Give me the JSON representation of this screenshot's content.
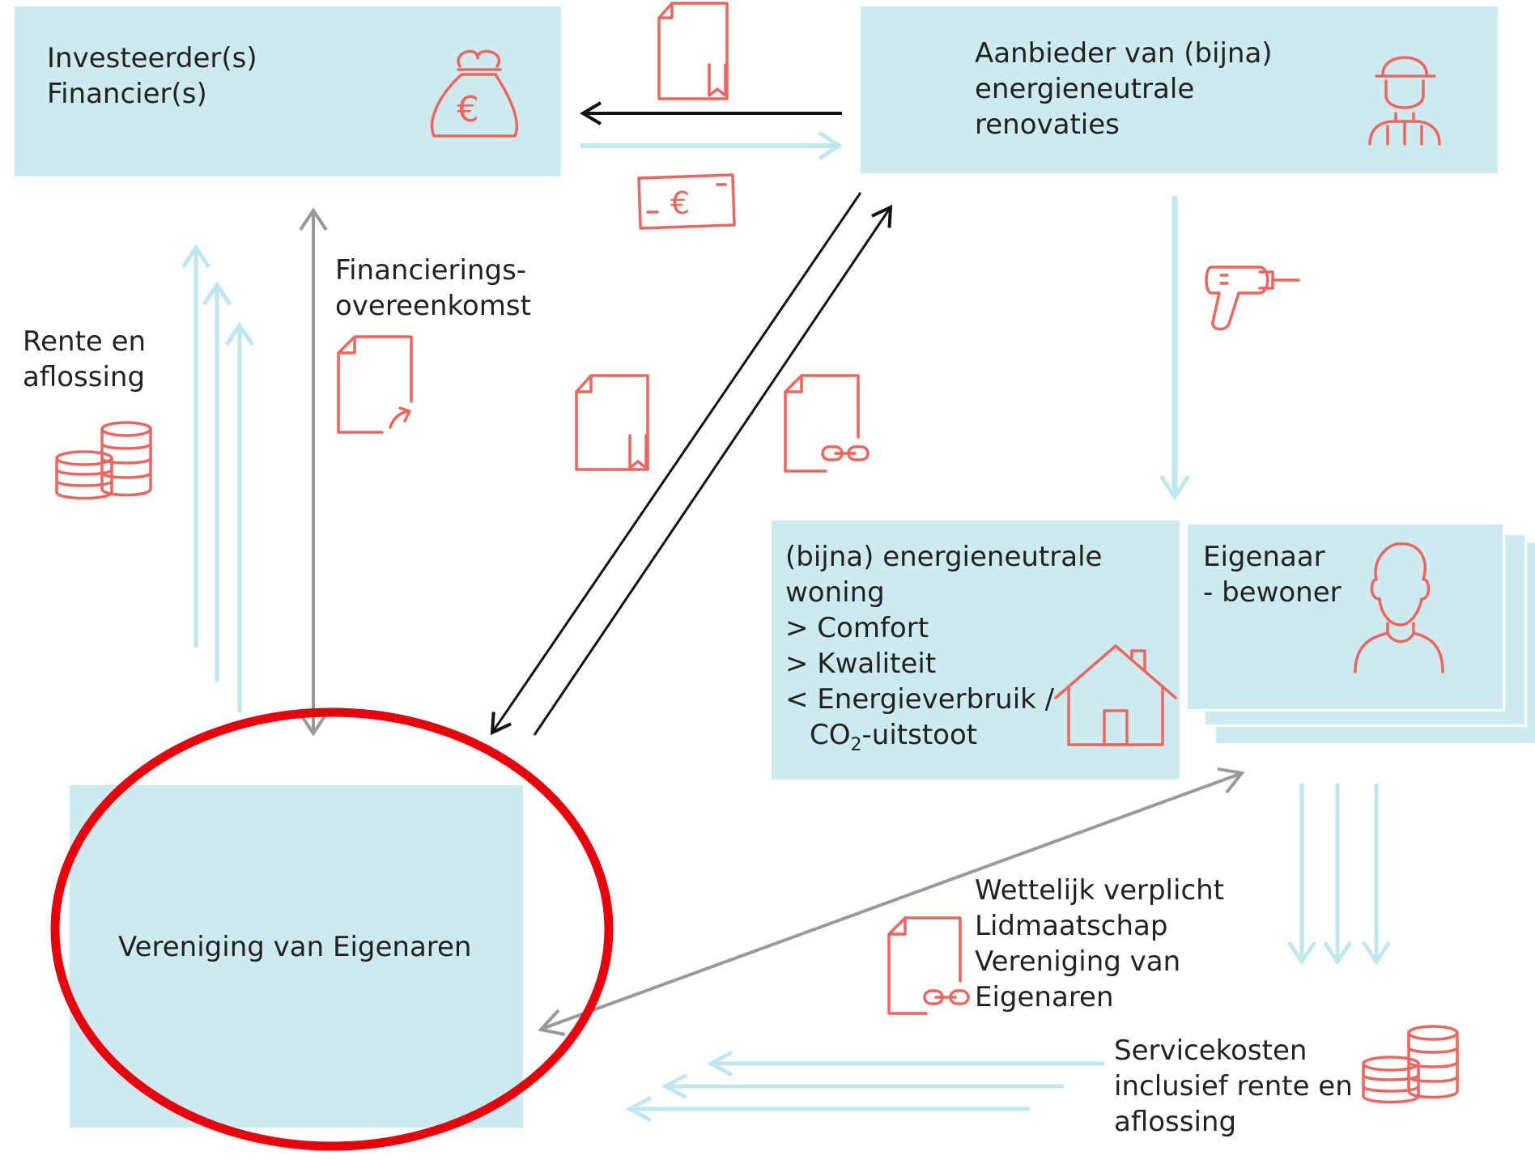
{
  "nodes": {
    "investors": {
      "line1": "Investeerder(s)",
      "line2": "Financier(s)",
      "icon": "money-bag-icon"
    },
    "provider": {
      "line1": "Aanbieder van (bijna)",
      "line2": "energieneutrale",
      "line3": "renovaties",
      "icon": "worker-icon"
    },
    "dwelling": {
      "line1": "(bijna) energieneutrale",
      "line2": "woning",
      "line3": "> Comfort",
      "line4": "> Kwaliteit",
      "line5": "< Energieverbruik /",
      "line6_pre": "CO",
      "line6_sub": "2",
      "line6_post": "-uitstoot",
      "icon": "house-icon"
    },
    "owner": {
      "line1": "Eigenaar",
      "line2": "- bewoner",
      "icon": "person-icon"
    },
    "association": {
      "label": "Vereniging van Eigenaren"
    }
  },
  "labels": {
    "financing_agreement": {
      "line1": "Financierings-",
      "line2": "overeenkomst"
    },
    "interest_repayment": {
      "line1": "Rente en",
      "line2": "aflossing"
    },
    "membership": {
      "line1": "Wettelijk verplicht",
      "line2": "Lidmaatschap",
      "line3": "Vereniging van",
      "line4": "Eigenaren"
    },
    "service_costs": {
      "line1": "Servicekosten",
      "line2": "inclusief rente en",
      "line3": "aflossing"
    }
  },
  "colors": {
    "box_fill": "#cdebef",
    "icon_red": "#f0645f",
    "flow_light_blue": "#bfe7ee",
    "arrow_grey": "#999999",
    "arrow_black": "#111111",
    "highlight_red": "#e8000b"
  }
}
